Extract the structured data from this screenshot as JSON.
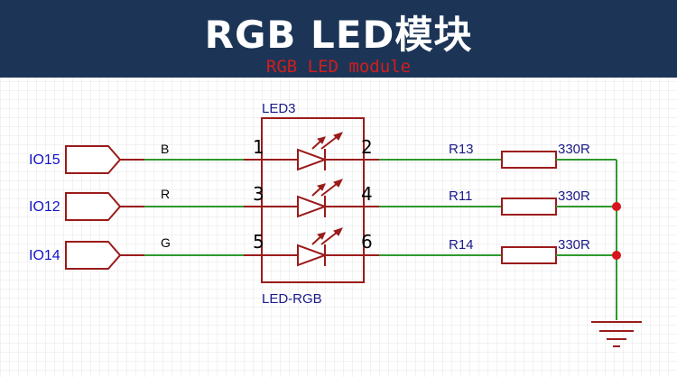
{
  "header": {
    "title": "RGB LED模块",
    "subtitle": "RGB LED module"
  },
  "led": {
    "designator": "LED3",
    "part_name": "LED-RGB"
  },
  "channels": [
    {
      "port": "IO15",
      "signal": "B",
      "pin_in": "1",
      "pin_out": "2",
      "resistor": "R13",
      "value": "330R"
    },
    {
      "port": "IO12",
      "signal": "R",
      "pin_in": "3",
      "pin_out": "4",
      "resistor": "R11",
      "value": "330R"
    },
    {
      "port": "IO14",
      "signal": "G",
      "pin_in": "5",
      "pin_out": "6",
      "resistor": "R14",
      "value": "330R"
    }
  ],
  "colors": {
    "banner": "#1c3557",
    "component": "#9b1b1b",
    "wire": "#2f9a2f",
    "junction": "#d8141c",
    "label_blue": "#1414c8"
  },
  "icons": {
    "ground": "ground-symbol",
    "led": "led-arrow-symbol",
    "port": "port-arrow-symbol"
  }
}
